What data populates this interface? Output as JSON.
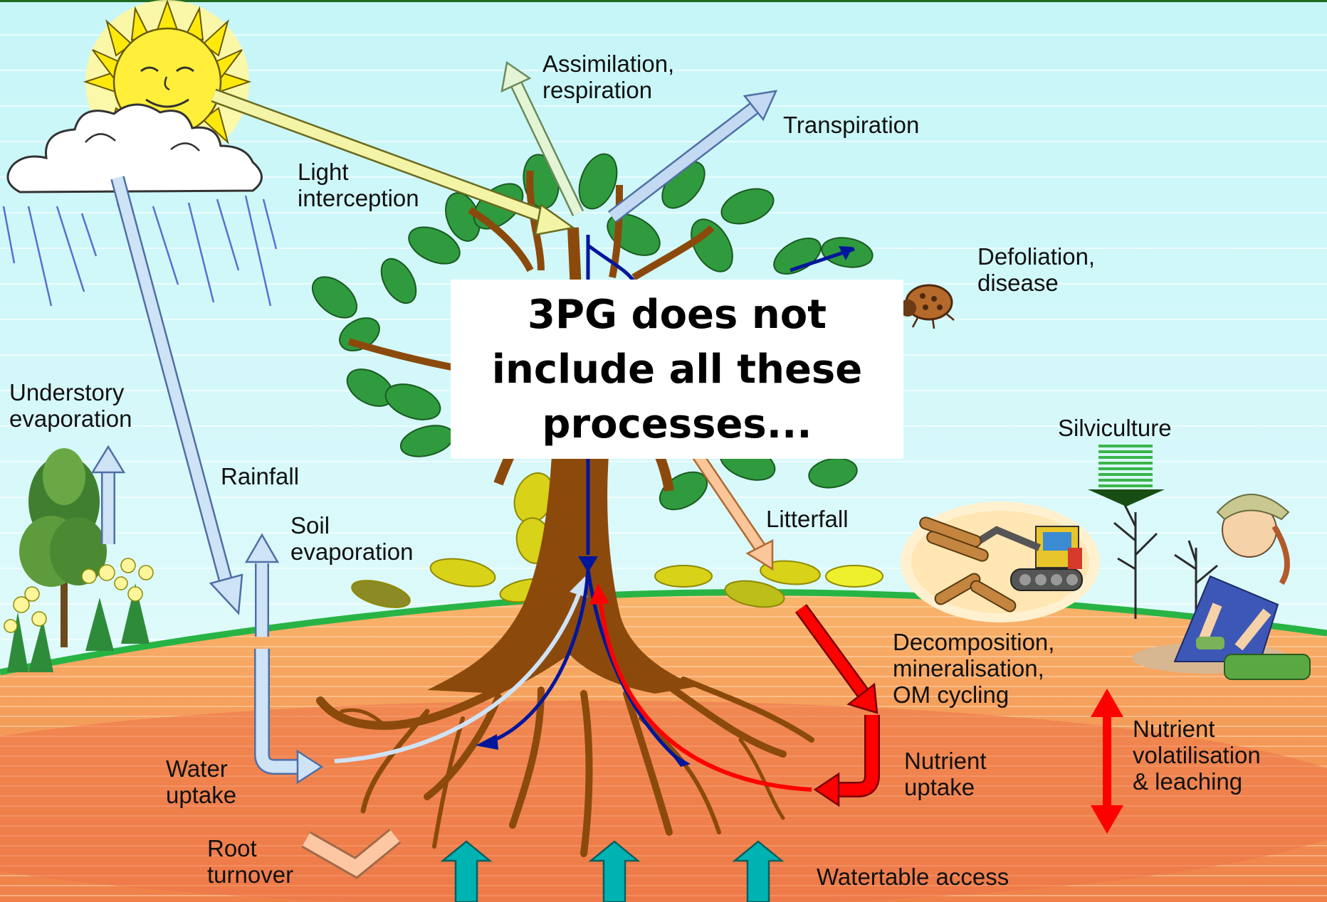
{
  "labels": {
    "assimilation": [
      "Assimilation,",
      "respiration"
    ],
    "transpiration": [
      "Transpiration"
    ],
    "light": [
      "Light",
      "interception"
    ],
    "defoliation": [
      "Defoliation,",
      "disease"
    ],
    "understory": [
      "Understory",
      "evaporation"
    ],
    "silviculture": [
      "Silviculture"
    ],
    "rainfall": [
      "Rainfall"
    ],
    "soil_evap": [
      "Soil",
      "evaporation"
    ],
    "litterfall": [
      "Litterfall"
    ],
    "decomposition": [
      "Decomposition,",
      "mineralisation,",
      "OM cycling"
    ],
    "nutrient_vol": [
      "Nutrient",
      "volatilisation",
      "& leaching"
    ],
    "nutrient_uptake": [
      "Nutrient",
      "uptake"
    ],
    "water_uptake": [
      "Water",
      "uptake"
    ],
    "root_turnover": [
      "Root",
      "turnover"
    ],
    "watertable": [
      "Watertable access"
    ]
  },
  "callout": [
    "3PG does not",
    "include all these",
    "processes..."
  ],
  "colors": {
    "sky": "#c4f4f6",
    "soil_top": "#f7a45f",
    "soil_deep": "#e9794f",
    "grass": "#22b24c",
    "trunk": "#8b4a0c",
    "leaf": "#2f9b3e",
    "water_arrow": "#cfe3f7",
    "nutrient_arrow": "#ff0000",
    "carbon_arrow": "#00169b",
    "watertable_arrow": "#00b3b3"
  }
}
